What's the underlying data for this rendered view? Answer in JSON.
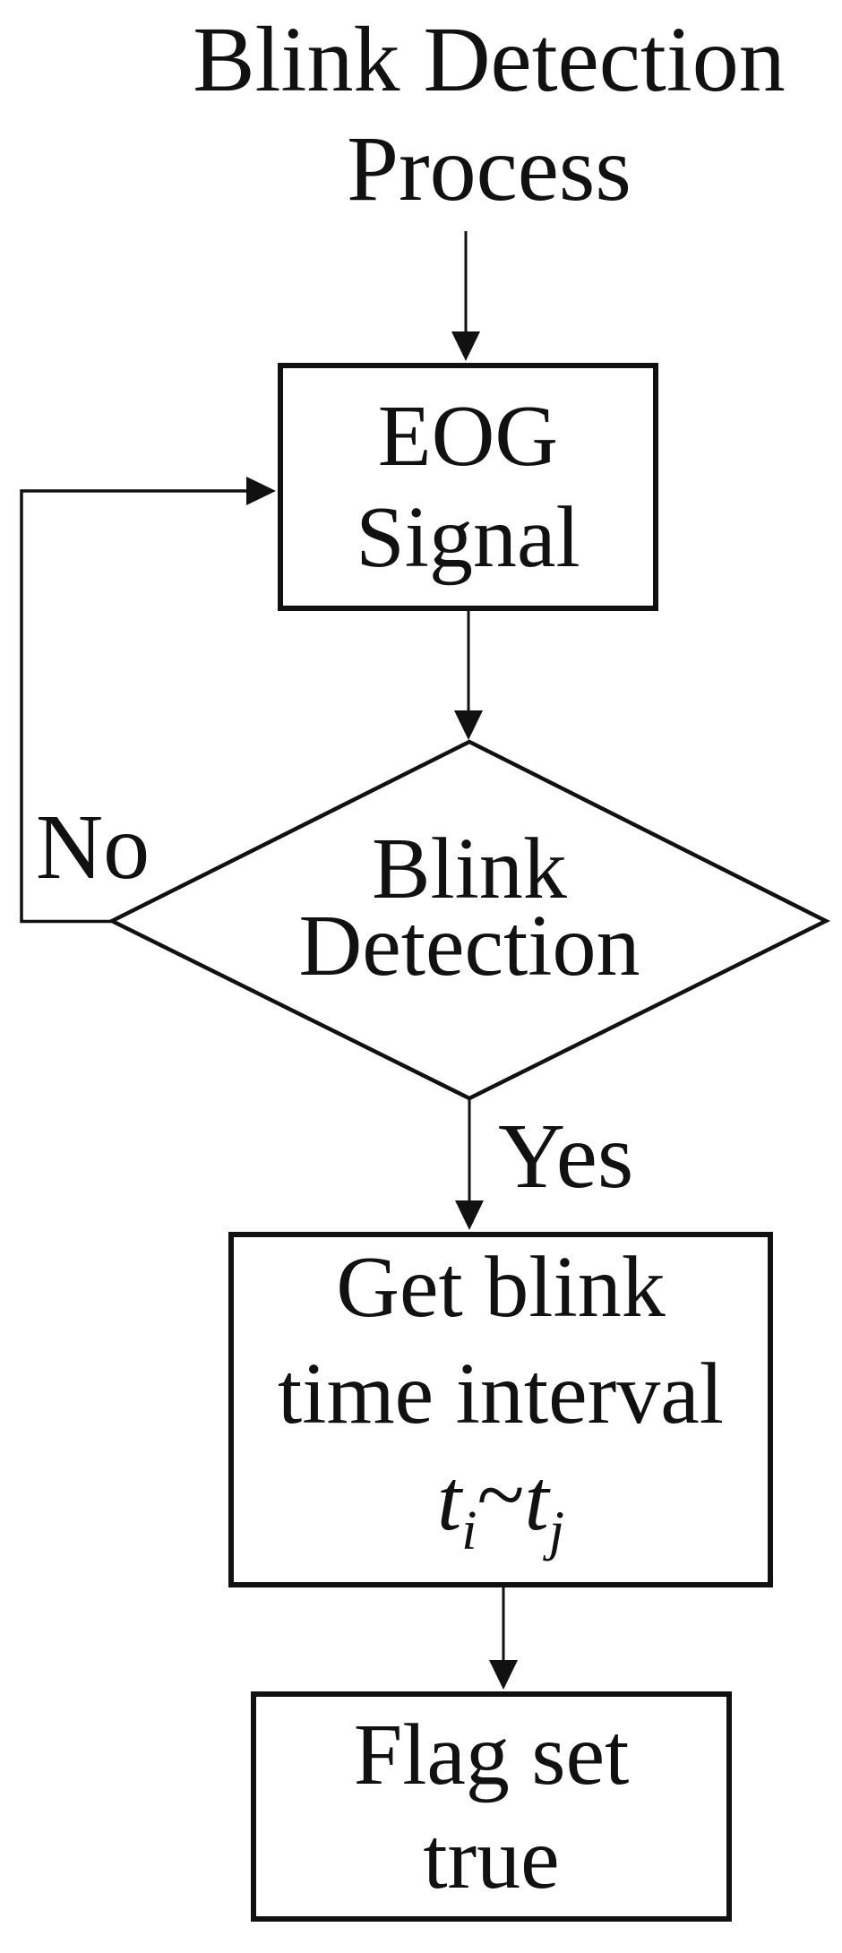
{
  "title": {
    "line1": "Blink Detection",
    "line2": "Process"
  },
  "nodes": {
    "eog": {
      "type": "process",
      "line1": "EOG",
      "line2": "Signal"
    },
    "blink_detection": {
      "type": "decision",
      "line1": "Blink",
      "line2": "Detection"
    },
    "get_blink": {
      "type": "process",
      "line1": "Get blink",
      "line2": "time interval",
      "math": {
        "t1": "t",
        "sub1": "i",
        "op": "~",
        "t2": "t",
        "sub2": "j"
      }
    },
    "flag": {
      "type": "process",
      "line1": "Flag set",
      "line2": "true"
    }
  },
  "edges": {
    "no_label": "No",
    "yes_label": "Yes"
  },
  "colors": {
    "line": "#111111",
    "text": "#111111",
    "background": "#ffffff"
  }
}
